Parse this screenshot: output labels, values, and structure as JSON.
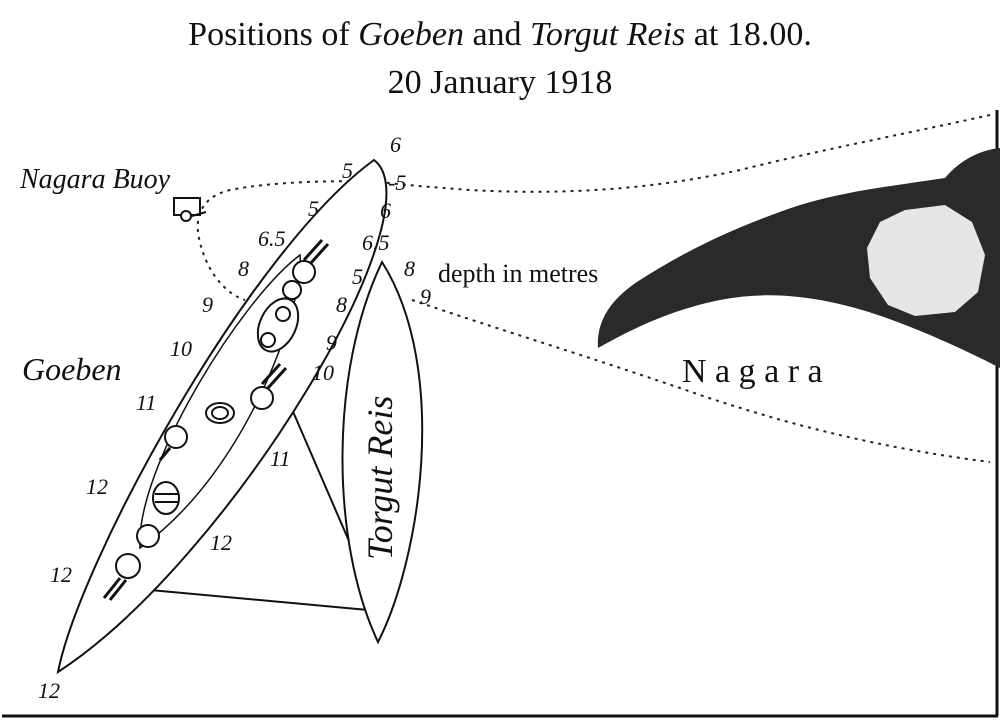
{
  "title": {
    "prefix": "Positions of ",
    "ship1": "Goeben",
    "conj": "and ",
    "ship2": "Torgut Reis",
    "suffix": "at 18.00.",
    "line2": "20 January 1918"
  },
  "labels": {
    "buoy": "Nagara Buoy",
    "town": "N a g a r a",
    "legend": "depth in metres",
    "goeben": "Goeben",
    "torgut": "Torgut Reis"
  },
  "soundings": [
    "6",
    "5",
    "-5",
    "5",
    "6",
    "6.5",
    "6.5",
    "8",
    "5",
    "8",
    "9",
    "9",
    "8",
    "10",
    "9",
    "10",
    "11",
    "11",
    "12",
    "12",
    "12",
    "12"
  ],
  "colors": {
    "ink": "#111111",
    "land": "#2a2a2a",
    "island": "#e6e6e6",
    "paper": "#ffffff"
  }
}
